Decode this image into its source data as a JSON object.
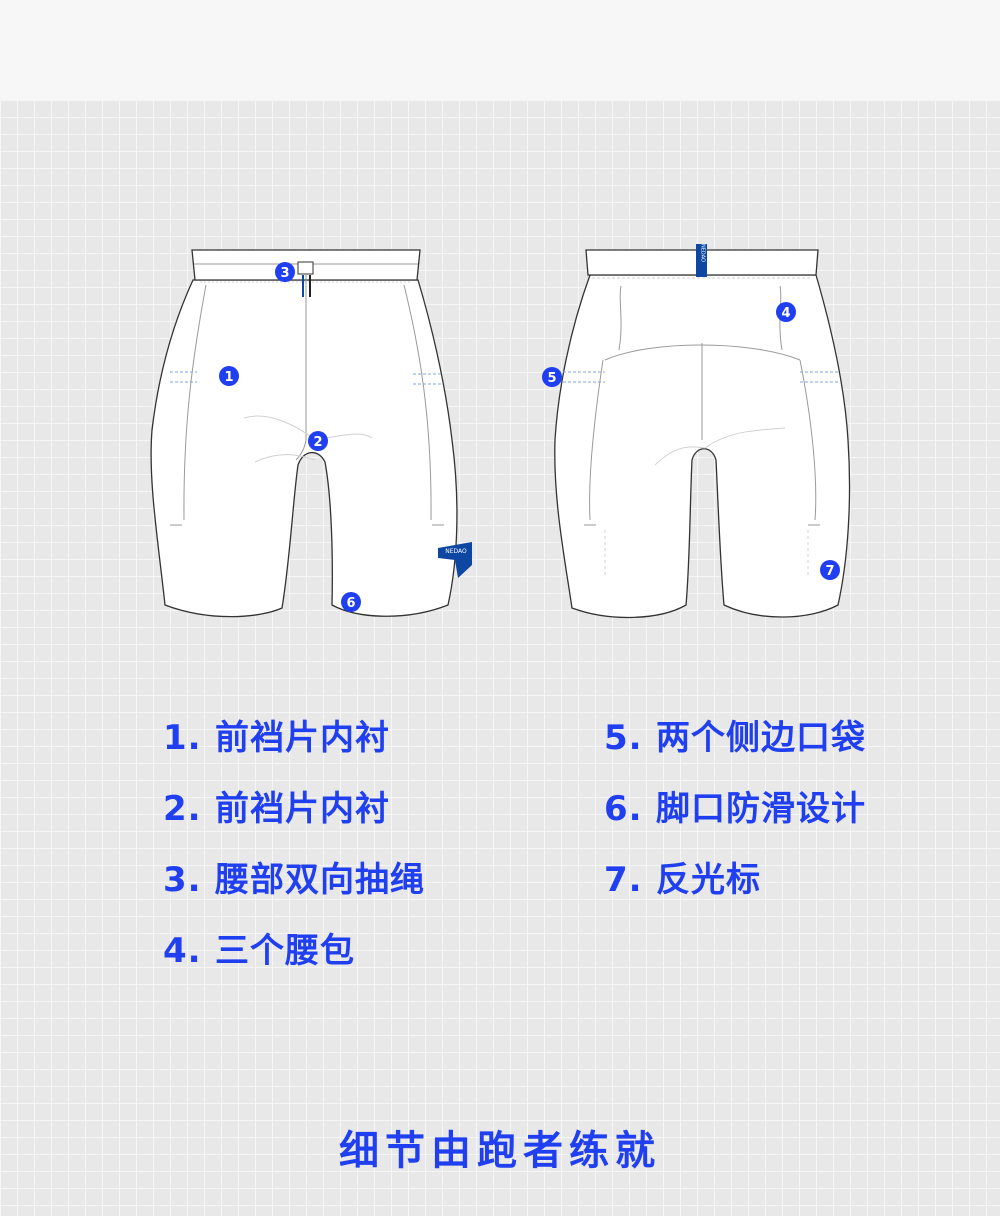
{
  "brand": {
    "label": "NEDAO",
    "color": "#0d47a1"
  },
  "accent_color": "#1f3ff0",
  "markers": [
    "1",
    "2",
    "3",
    "4",
    "5",
    "6",
    "7"
  ],
  "features": [
    {
      "num": "1.",
      "label": "前裆片内衬"
    },
    {
      "num": "2.",
      "label": "前裆片内衬"
    },
    {
      "num": "3.",
      "label": "腰部双向抽绳"
    },
    {
      "num": "4.",
      "label": "三个腰包"
    },
    {
      "num": "5.",
      "label": "两个侧边口袋"
    },
    {
      "num": "6.",
      "label": "脚口防滑设计"
    },
    {
      "num": "7.",
      "label": "反光标"
    }
  ],
  "tagline": "细节由跑者练就"
}
